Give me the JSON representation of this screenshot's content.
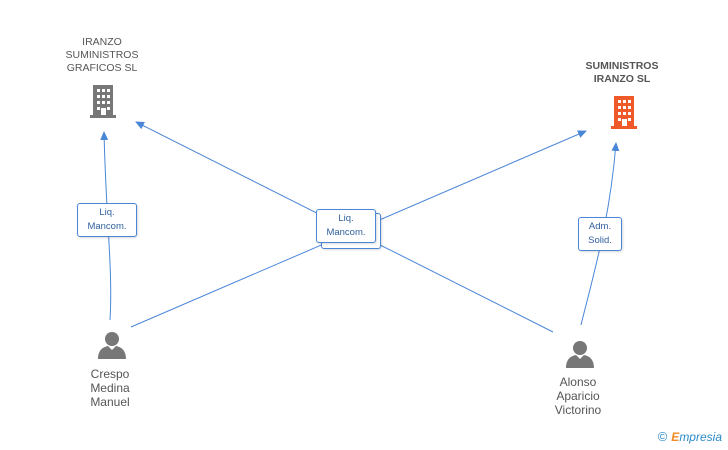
{
  "nodes": {
    "company_left": {
      "lines": [
        "IRANZO",
        "SUMINISTROS",
        "GRAFICOS SL"
      ],
      "icon": "building-icon",
      "color": "#777777"
    },
    "company_right": {
      "lines": [
        "SUMINISTROS",
        "IRANZO SL"
      ],
      "icon": "building-icon",
      "color": "#f05a2a"
    },
    "person_left": {
      "lines": [
        "Crespo",
        "Medina",
        "Manuel"
      ],
      "icon": "person-icon",
      "color": "#777777"
    },
    "person_right": {
      "lines": [
        "Alonso",
        "Aparicio",
        "Victorino"
      ],
      "icon": "person-icon",
      "color": "#777777"
    }
  },
  "relations": {
    "left_vertical": {
      "line1": "Liq.",
      "line2": "Mancom."
    },
    "center": {
      "line1": "Liq.",
      "line2": "Mancom."
    },
    "right_vertical": {
      "line1": "Adm.",
      "line2": "Solid."
    }
  },
  "edge_color": "#4a86d8",
  "brand": {
    "copyright": "©",
    "initial": "E",
    "rest": "mpresia"
  }
}
